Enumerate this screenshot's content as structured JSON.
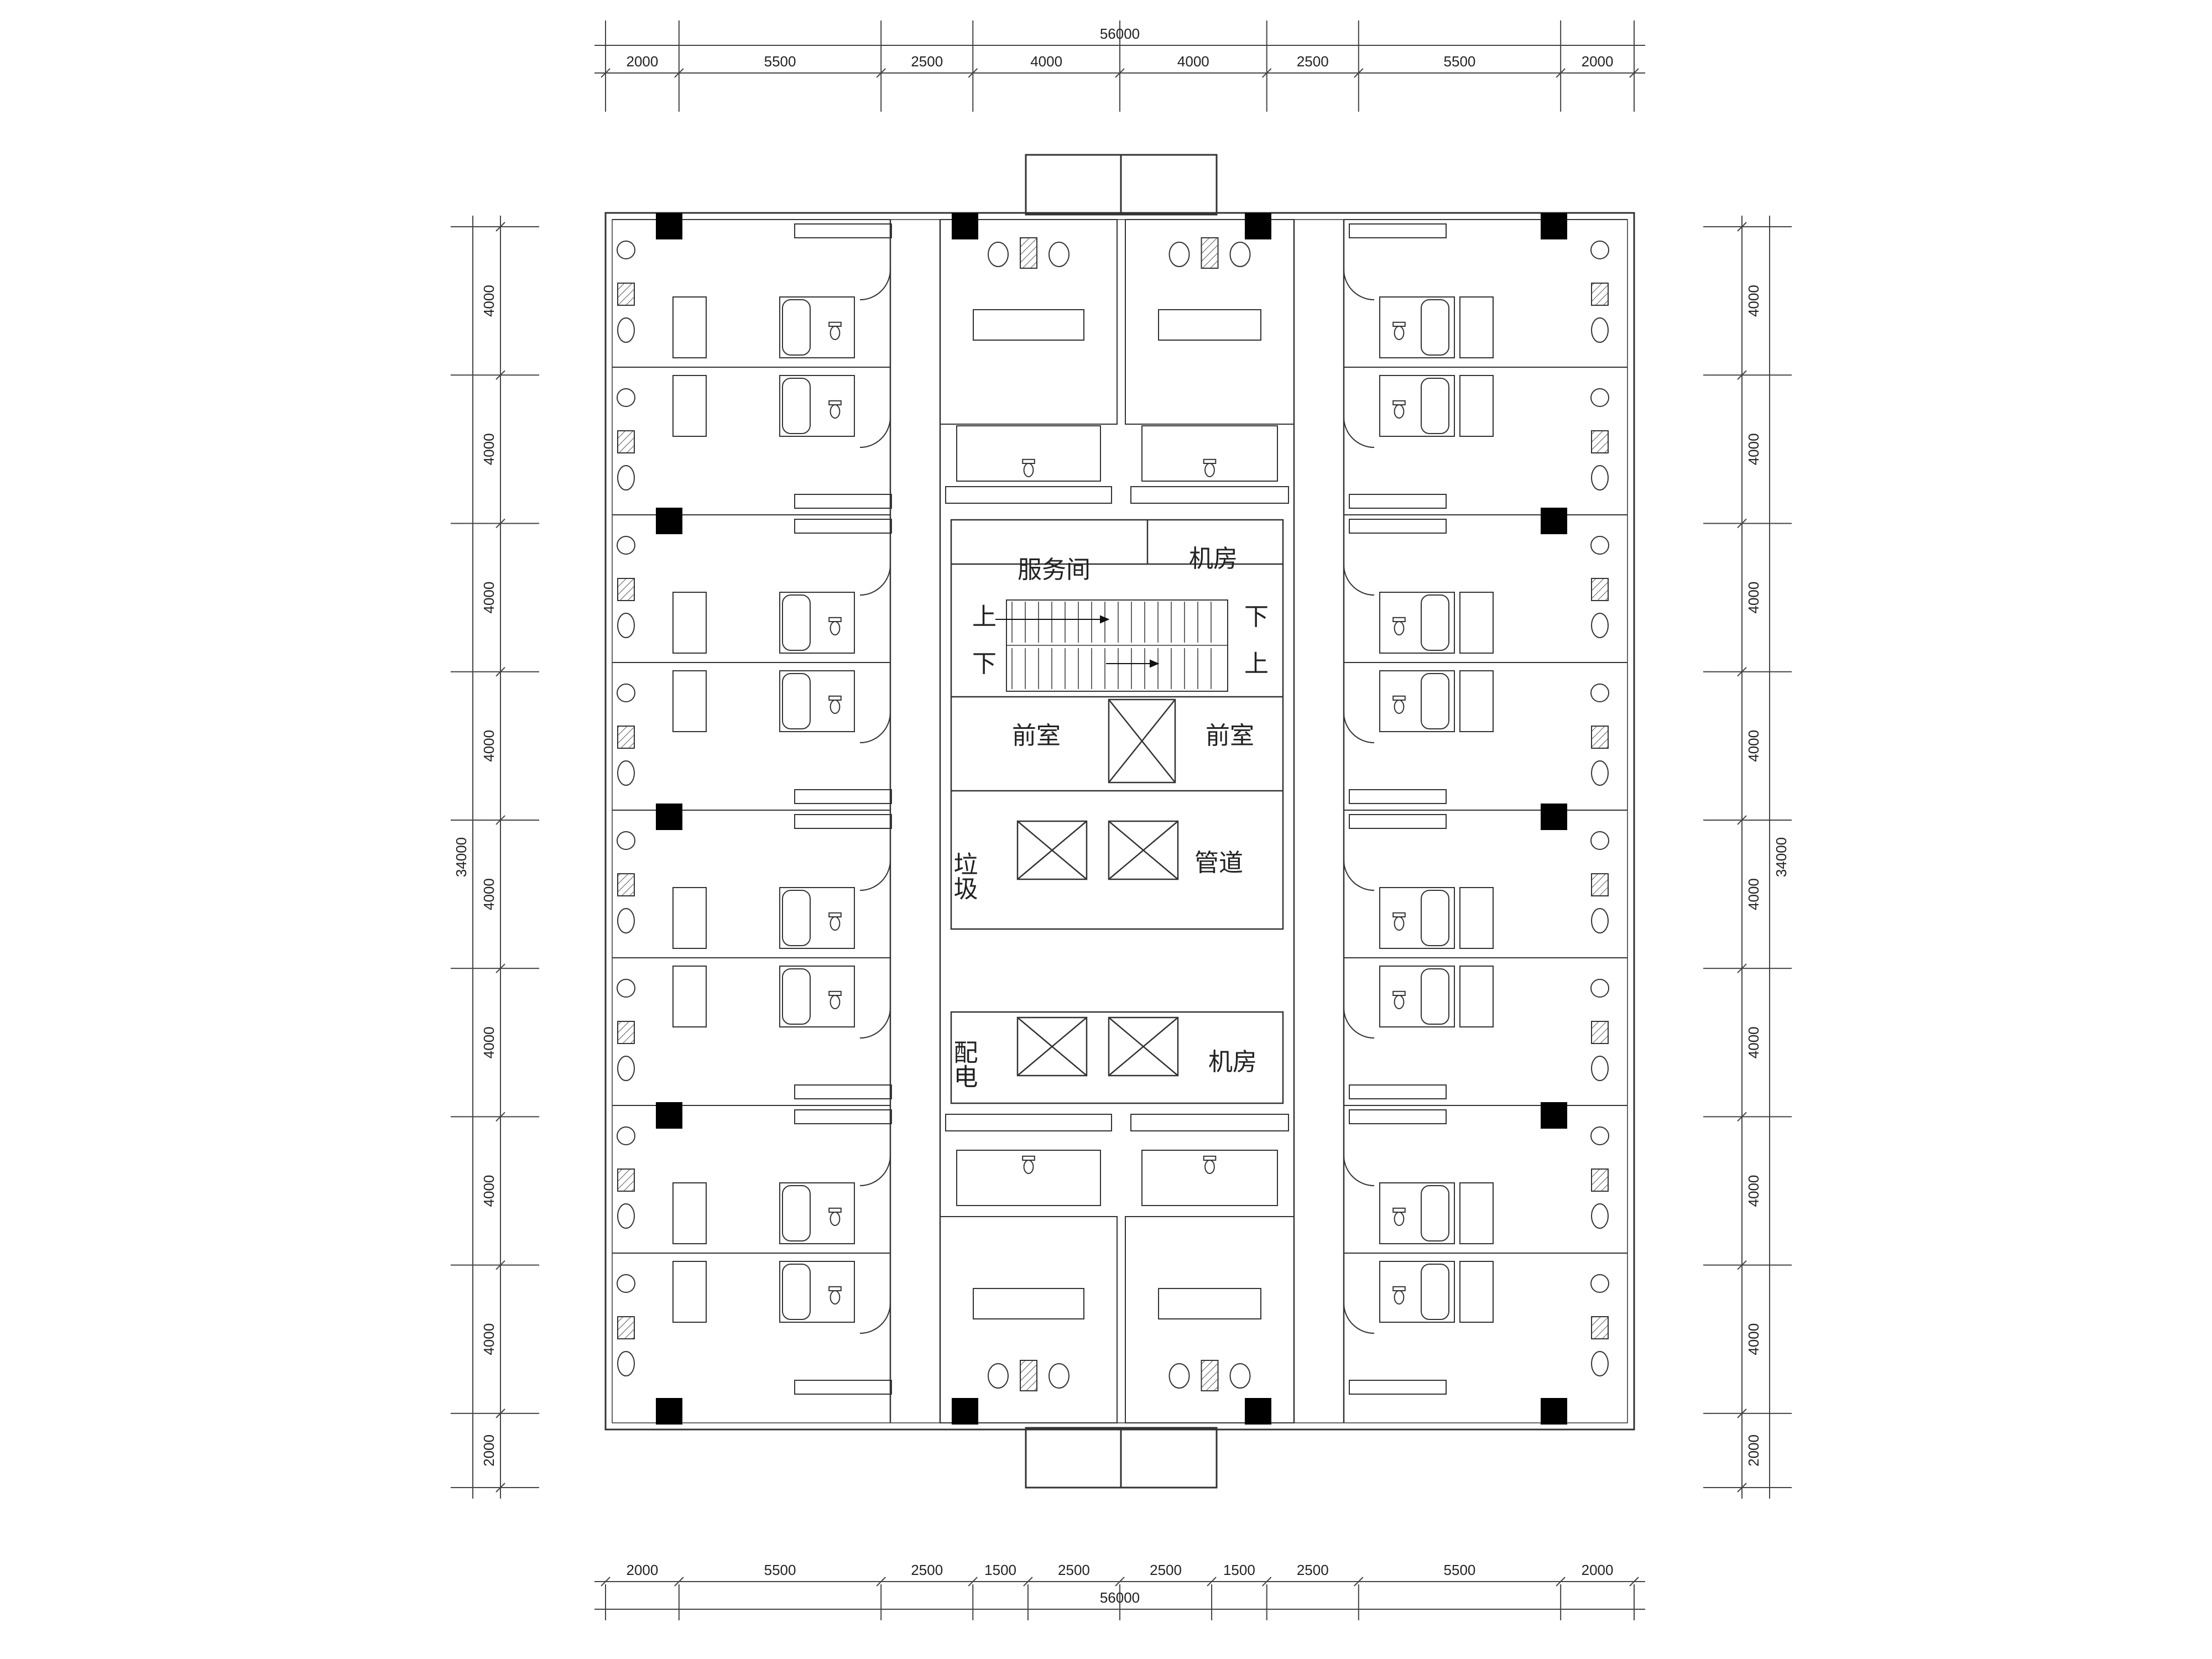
{
  "dimensions": {
    "top_overall": "56000",
    "top_segments": [
      "2000",
      "5500",
      "2500",
      "4000",
      "4000",
      "2500",
      "5500",
      "2000"
    ],
    "bottom_overall": "56000",
    "bottom_segments": [
      "2000",
      "5500",
      "2500",
      "1500",
      "2500",
      "2500",
      "1500",
      "2500",
      "5500",
      "2000"
    ],
    "left_overall": "34000",
    "left_segments": [
      "4000",
      "4000",
      "4000",
      "4000",
      "4000",
      "4000",
      "4000",
      "4000",
      "2000"
    ],
    "right_overall": "34000",
    "right_segments": [
      "4000",
      "4000",
      "4000",
      "4000",
      "4000",
      "4000",
      "4000",
      "4000",
      "2000"
    ]
  },
  "rooms": {
    "service": "服务间",
    "machine_room_top": "机房",
    "stair_up_left": "上",
    "stair_down_left": "下",
    "stair_down_right": "下",
    "stair_up_right": "上",
    "lobby_left": "前室",
    "lobby_right": "前室",
    "garbage": "垃圾",
    "pipe": "管道",
    "power": "配电",
    "machine_room_bottom": "机房"
  },
  "colors": {
    "line": "#333333",
    "column": "#000000",
    "background": "#ffffff"
  }
}
